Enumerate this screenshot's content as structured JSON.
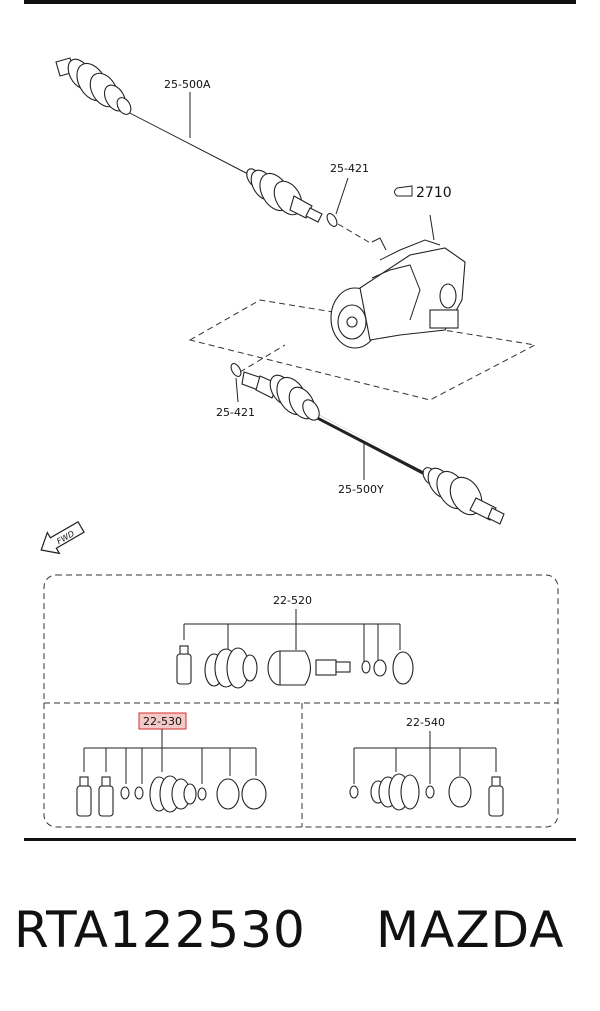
{
  "callouts": {
    "shaft_a": "25-500A",
    "clip_top": "25-421",
    "diff_ref": "2710",
    "clip_bottom": "25-421",
    "shaft_y": "25-500Y",
    "kit_520": "22-520",
    "kit_530": "22-530",
    "kit_540": "22-540"
  },
  "fwd_label": "FWD",
  "highlight_color": "#d32f2f",
  "footer": {
    "part_number": "RTA122530",
    "brand": "MAZDA"
  }
}
